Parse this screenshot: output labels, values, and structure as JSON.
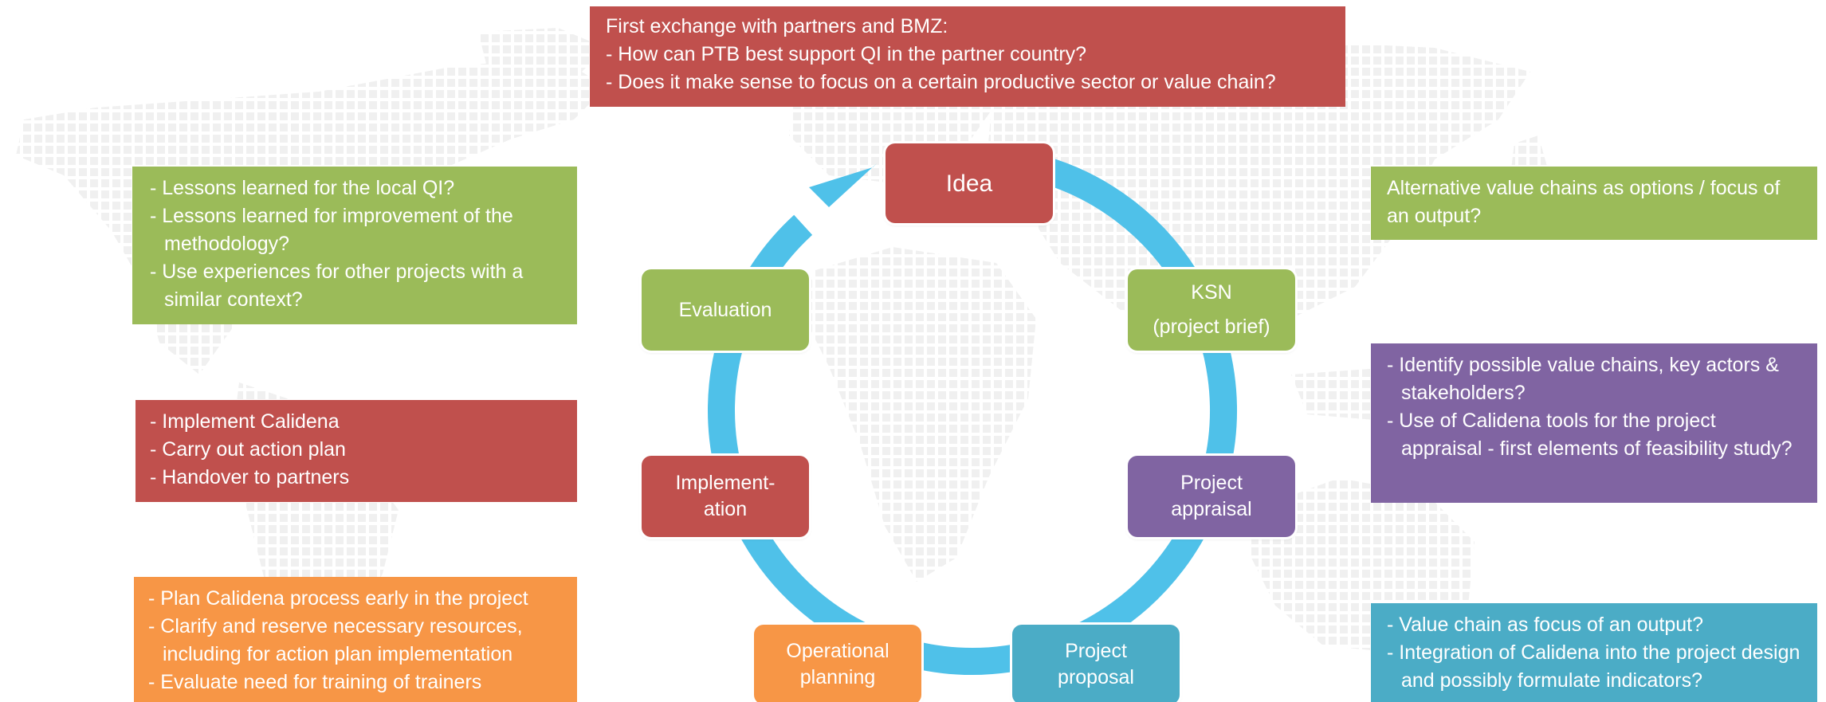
{
  "colors": {
    "red": "#c0504d",
    "green": "#9bbb59",
    "purple": "#8064a2",
    "teal": "#4bacc6",
    "orange": "#f79646",
    "cycle_arrow": "#4fc1e9",
    "map_dots": "#f0f0f0"
  },
  "cycle_nodes": {
    "idea": "Idea",
    "ksn_line1": "KSN",
    "ksn_line2": "(project brief)",
    "appraisal_line1": "Project",
    "appraisal_line2": "appraisal",
    "proposal_line1": "Project",
    "proposal_line2": "proposal",
    "operational_line1": "Operational",
    "operational_line2": "planning",
    "implementation_line1": "Implement-",
    "implementation_line2": "ation",
    "evaluation": "Evaluation"
  },
  "boxes": {
    "top": {
      "heading": "First exchange with partners and BMZ:",
      "items": [
        "- How can PTB best support QI in the partner country?",
        "- Does it make sense to focus on a certain productive sector or value chain?"
      ]
    },
    "evaluation": {
      "items": [
        "- Lessons learned for the local QI?",
        "- Lessons learned for improvement of the methodology?",
        "- Use experiences for other projects with a similar context?"
      ]
    },
    "implementation": {
      "items": [
        "- Implement Calidena",
        "- Carry out action plan",
        "- Handover to partners"
      ]
    },
    "operational": {
      "items": [
        "- Plan Calidena process early in the project",
        "- Clarify and reserve necessary resources, including for action plan implementation",
        "- Evaluate need for training of trainers"
      ]
    },
    "ksn": {
      "text": "Alternative value chains as options / focus of an output?"
    },
    "appraisal": {
      "items": [
        "- Identify possible value chains, key actors & stakeholders?",
        "- Use of Calidena tools for the project appraisal  - first elements of feasibility study?"
      ]
    },
    "proposal": {
      "items": [
        "- Value chain as focus of an output?",
        "- Integration of Calidena into the project design and possibly formulate indicators?"
      ]
    }
  }
}
